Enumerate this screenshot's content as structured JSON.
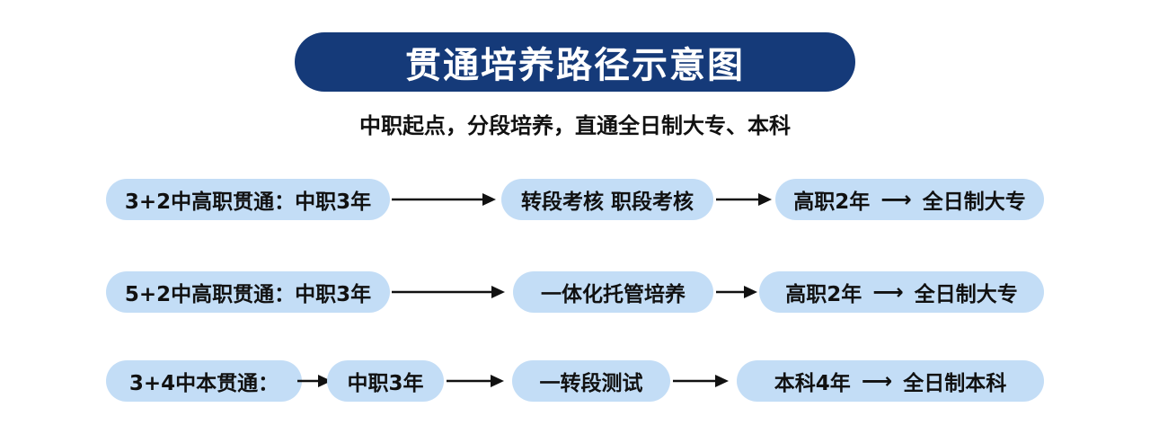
{
  "title": "贯通培养路径示意图",
  "subtitle": "中职起点，分段培养，直通全日制大专、本科",
  "colors": {
    "banner": "#153a79",
    "pill": "#c3ddf6",
    "text": "#111111",
    "arrow": "#111111"
  },
  "rows": [
    {
      "start": "3+2中高职贯通：中职3年",
      "mid": "转段考核 职段考核",
      "end_a": "高职2年",
      "end_arrow": "⟶",
      "end_b": "全日制大专"
    },
    {
      "start": "5+2中高职贯通：中职3年",
      "mid": "一体化托管培养",
      "end_a": "高职2年",
      "end_arrow": "⟶",
      "end_b": "全日制大专"
    },
    {
      "start": "3+4中本贯通：",
      "step": "中职3年",
      "mid": "一转段测试",
      "end_a": "本科4年",
      "end_arrow": "⟶",
      "end_b": "全日制本科"
    }
  ]
}
